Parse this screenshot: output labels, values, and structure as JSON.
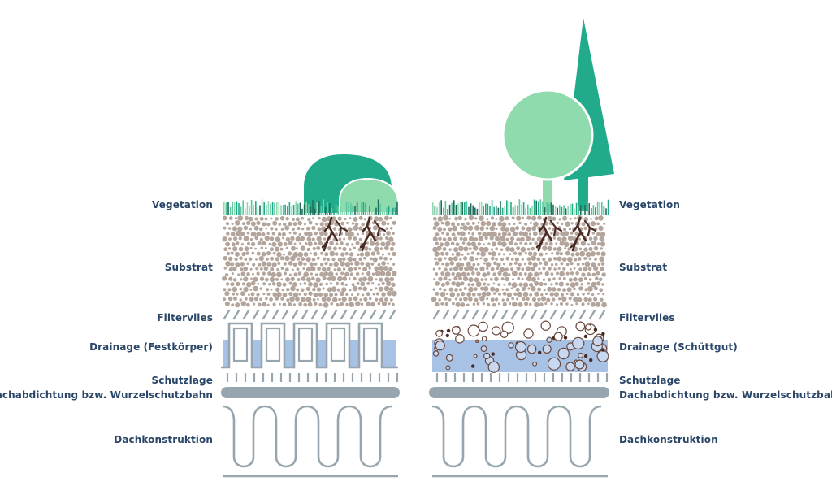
{
  "colors": {
    "label": "#2a4668",
    "dark_green": "#22ab8a",
    "light_green": "#90dbad",
    "substrate_dot": "#b3a59b",
    "root": "#4a2a22",
    "drainage_blue": "#a8c2e6",
    "structure_gray": "#97a6ae"
  },
  "left": {
    "labels": {
      "vegetation": "Vegetation",
      "substrate": "Substrat",
      "filter": "Filtervlies",
      "drainage": "Drainage (Festkörper)",
      "protection": "Schutzlage",
      "membrane": "Dachabdichtung bzw. Wurzelschutzbahn",
      "construction": "Dachkonstruktion"
    }
  },
  "right": {
    "labels": {
      "vegetation": "Vegetation",
      "substrate": "Substrat",
      "filter": "Filtervlies",
      "drainage": "Drainage (Schüttgut)",
      "protection": "Schutzlage",
      "membrane": "Dachabdichtung bzw. Wurzelschutzbahn",
      "construction": "Dachkonstruktion"
    }
  }
}
